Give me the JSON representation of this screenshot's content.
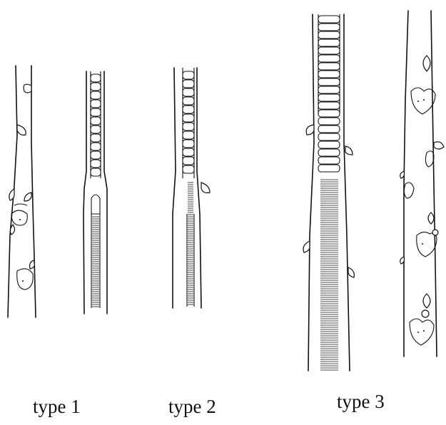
{
  "figure": {
    "labels": [
      "type 1",
      "type 2",
      "type 3"
    ],
    "colors": {
      "ink": "#111111",
      "background": "#ffffff"
    }
  }
}
